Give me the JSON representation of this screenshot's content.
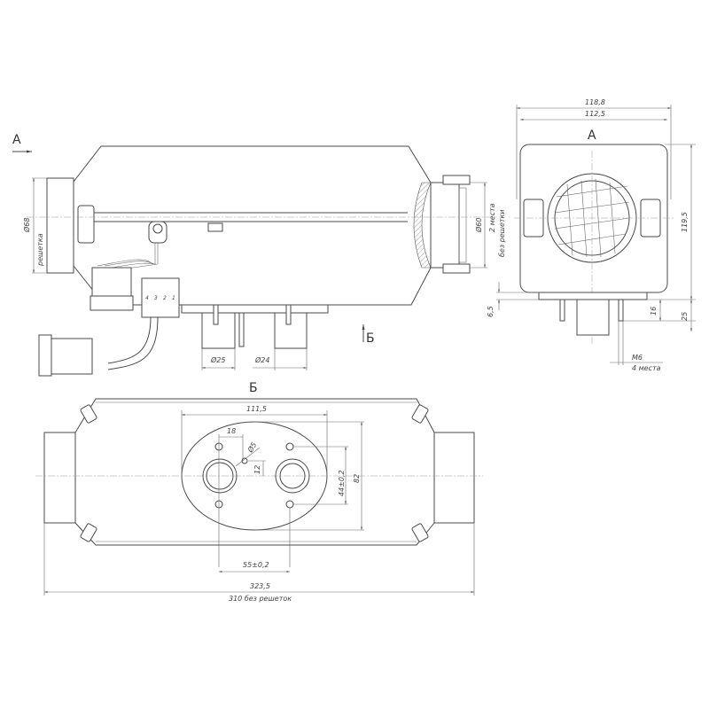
{
  "side_view": {
    "view_arrow_a": "А",
    "view_arrow_b": "Б",
    "grille_diameter": "Ø68",
    "grille_note": "решетка",
    "outlet_diameter": "Ø60",
    "outlet_note_places": "2 места",
    "outlet_note_no_grille": "без решетки",
    "pipe1_diameter": "Ø25",
    "pipe2_diameter": "Ø24",
    "connector_pins": [
      "4",
      "3",
      "2",
      "1"
    ]
  },
  "view_a": {
    "title": "А",
    "width_overall": "118,8",
    "width_body": "112,5",
    "height_overall": "119,5",
    "plate_thickness": "6,5",
    "stud_length": "16",
    "bottom_height": "25",
    "stud_thread": "М6",
    "stud_count": "4 места"
  },
  "view_b": {
    "title": "Б",
    "plate_width": "111,5",
    "hole_offset": "18",
    "small_hole_diameter": "Ø5",
    "hole_offset_vertical": "12",
    "stud_spacing_vertical": "44±0,2",
    "plate_height": "82",
    "stud_spacing_horizontal": "55±0,2",
    "length_overall": "323,5",
    "length_no_grilles": "310 без решеток"
  }
}
